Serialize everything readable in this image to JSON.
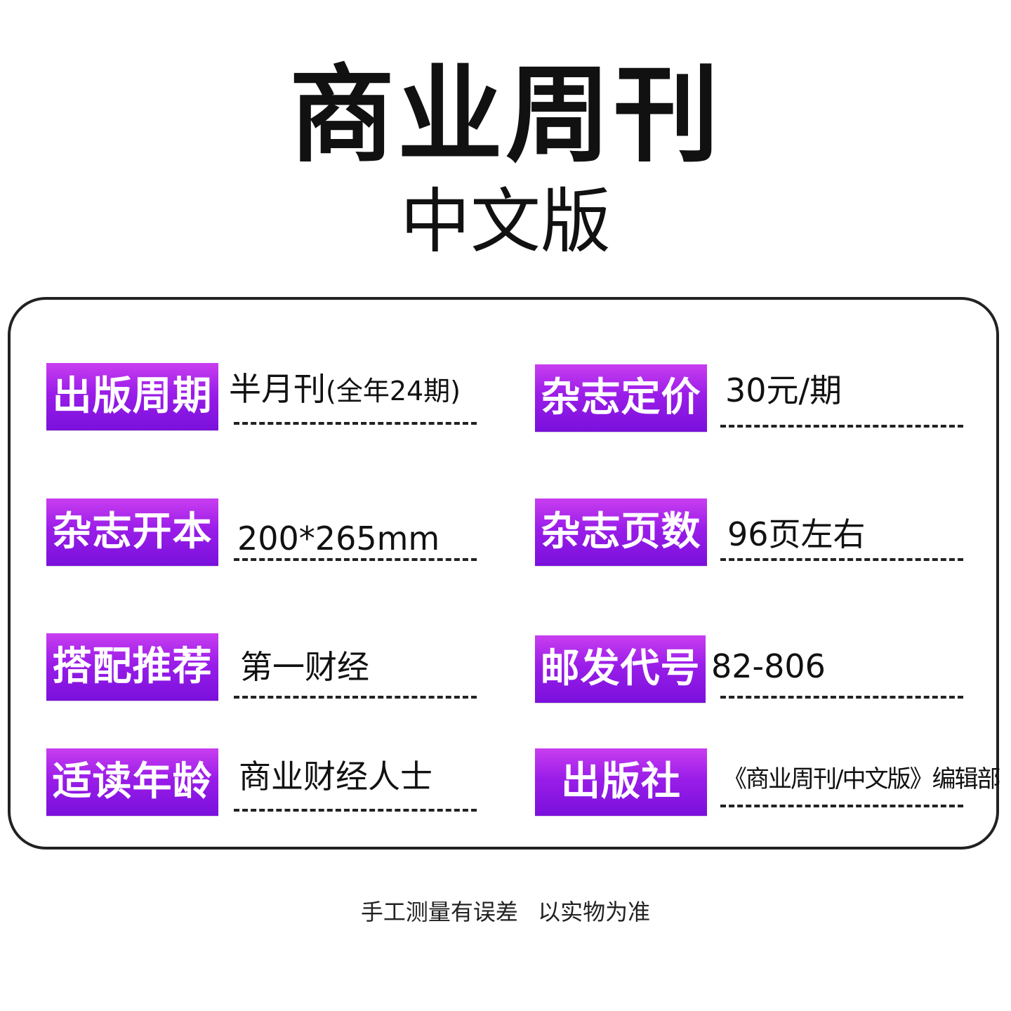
{
  "header": {
    "title": "商业周刊",
    "subtitle": "中文版"
  },
  "specs": {
    "publication_cycle": {
      "label": "出版周期",
      "value": "半月刊",
      "value_note": "(全年24期)"
    },
    "price": {
      "label": "杂志定价",
      "value": "30元/期"
    },
    "format": {
      "label": "杂志开本",
      "value": "200*265mm"
    },
    "pages": {
      "label": "杂志页数",
      "value": "96页左右"
    },
    "recommendation": {
      "label": "搭配推荐",
      "value": "第一财经"
    },
    "postal_code": {
      "label": "邮发代号",
      "value": "82-806"
    },
    "audience": {
      "label": "适读年龄",
      "value": "商业财经人士"
    },
    "publisher": {
      "label": "出版社",
      "value": "《商业周刊/中文版》编辑部"
    }
  },
  "footer": {
    "note": "手工测量有误差 以实物为准"
  },
  "colors": {
    "tag_gradient_top": "#c93ef0",
    "tag_gradient_bottom": "#7a10dc",
    "text": "#111111",
    "border": "#222222"
  }
}
